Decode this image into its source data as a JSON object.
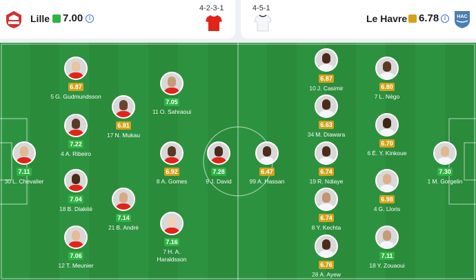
{
  "home": {
    "name": "Lille",
    "rating": "7.00",
    "rating_color": "#2fb344",
    "formation": "4-2-3-1",
    "kit_color": "#e2231a",
    "crest_color": "#d32f2f",
    "players": [
      {
        "num": "5",
        "name": "G. Gudmundsson",
        "name2": "",
        "rating": "6.87",
        "color": "#d4a21a",
        "skin": "#e8c3a4"
      },
      {
        "num": "11",
        "name": "O. Sahraoui",
        "name2": "",
        "rating": "7.05",
        "color": "#2fb344",
        "skin": "#c89a78"
      },
      {
        "num": "17",
        "name": "N. Mukau",
        "name2": "",
        "rating": "6.81",
        "color": "#d4a21a",
        "skin": "#6b4430"
      },
      {
        "num": "4",
        "name": "A. Ribeiro",
        "name2": "",
        "rating": "7.22",
        "color": "#2fb344",
        "skin": "#5c3a26"
      },
      {
        "num": "30",
        "name": "L. Chevalier",
        "name2": "",
        "rating": "7.11",
        "color": "#2fb344",
        "skin": "#e2b894"
      },
      {
        "num": "8",
        "name": "A. Gomes",
        "name2": "",
        "rating": "6.92",
        "color": "#d4a21a",
        "skin": "#5a3826"
      },
      {
        "num": "9",
        "name": "J. David",
        "name2": "",
        "rating": "7.28",
        "color": "#2fb344",
        "skin": "#4a2c1c"
      },
      {
        "num": "18",
        "name": "B. Diakité",
        "name2": "",
        "rating": "7.04",
        "color": "#2fb344",
        "skin": "#4a2c1c"
      },
      {
        "num": "21",
        "name": "B. André",
        "name2": "",
        "rating": "7.14",
        "color": "#2fb344",
        "skin": "#d7a985"
      },
      {
        "num": "7",
        "name": "H. A.",
        "name2": "Haraldsson",
        "rating": "7.16",
        "color": "#2fb344",
        "skin": "#f0d2b8"
      },
      {
        "num": "12",
        "name": "T. Meunier",
        "name2": "",
        "rating": "7.06",
        "color": "#2fb344",
        "skin": "#e4bc9c"
      }
    ]
  },
  "away": {
    "name": "Le Havre",
    "rating": "6.78",
    "rating_color": "#d4a21a",
    "formation": "4-5-1",
    "kit_color": "#f4f6fa",
    "crest_color": "#4a7fb0",
    "crest_text": "HAC",
    "players": [
      {
        "num": "10",
        "name": "J. Casimir",
        "name2": "",
        "rating": "6.87",
        "color": "#d4a21a",
        "skin": "#4a2c1c"
      },
      {
        "num": "7",
        "name": "L. Négo",
        "name2": "",
        "rating": "6.80",
        "color": "#d4a21a",
        "skin": "#5a3826"
      },
      {
        "num": "34",
        "name": "M. Diawara",
        "name2": "",
        "rating": "6.63",
        "color": "#d4a21a",
        "skin": "#4a2c1c"
      },
      {
        "num": "6",
        "name": "É. Y. Kinkoue",
        "name2": "",
        "rating": "6.70",
        "color": "#d4a21a",
        "skin": "#3f2517"
      },
      {
        "num": "99",
        "name": "A. Hassan",
        "name2": "",
        "rating": "6.47",
        "color": "#d4a21a",
        "skin": "#4a2c1c"
      },
      {
        "num": "19",
        "name": "R. Ndiaye",
        "name2": "",
        "rating": "6.74",
        "color": "#d4a21a",
        "skin": "#4a2c1c"
      },
      {
        "num": "1",
        "name": "M. Gorgelin",
        "name2": "",
        "rating": "7.30",
        "color": "#2fb344",
        "skin": "#e2b894"
      },
      {
        "num": "4",
        "name": "G. Lloris",
        "name2": "",
        "rating": "6.98",
        "color": "#d4a21a",
        "skin": "#dcb08e"
      },
      {
        "num": "8",
        "name": "Y. Kechta",
        "name2": "",
        "rating": "6.74",
        "color": "#d4a21a",
        "skin": "#c29574"
      },
      {
        "num": "28",
        "name": "A. Ayew",
        "name2": "",
        "rating": "6.76",
        "color": "#d4a21a",
        "skin": "#4a2c1c"
      },
      {
        "num": "18",
        "name": "Y. Zouaoui",
        "name2": "",
        "rating": "7.11",
        "color": "#2fb344",
        "skin": "#c89a78"
      }
    ]
  },
  "icons": {
    "info": "i"
  }
}
